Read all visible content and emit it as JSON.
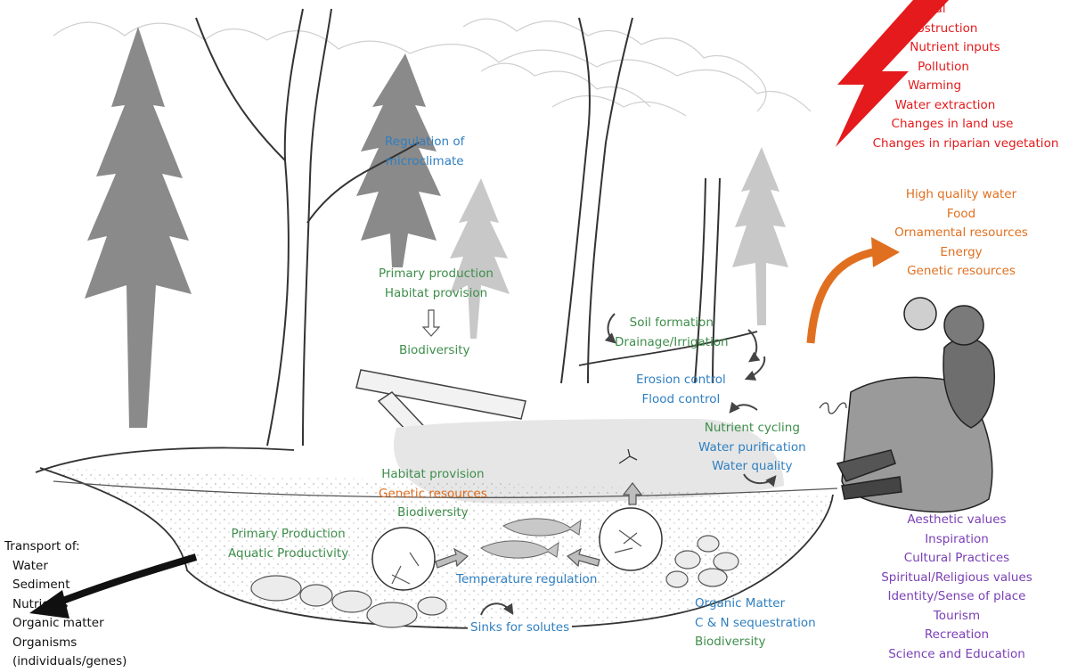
{
  "colors": {
    "regulating": "#2f7fc1",
    "supporting": "#3e8e4b",
    "provisioning": "#e07020",
    "pressures": "#e41a1c",
    "cultural": "#7a3fb5",
    "transport": "#111111"
  },
  "icons": {
    "lightning": "lightning-bolt-icon",
    "provisioning_arrow": "curved-arrow-icon",
    "transport_arrow": "arrow-left-icon"
  },
  "labels": {
    "microclimate": [
      "Regulation of",
      "microclimate"
    ],
    "primary": [
      "Primary production",
      "Habitat provision"
    ],
    "biodiversity_top": "Biodiversity",
    "soil": [
      "Soil formation",
      "Drainage/Irrigation"
    ],
    "erosion": [
      "Erosion control",
      "Flood control"
    ],
    "nutrient": [
      "Nutrient cycling",
      "Water purification",
      "Water quality"
    ],
    "habitat_mid": {
      "habitat": "Habitat provision",
      "genetic": "Genetic resources",
      "biodiversity": "Biodiversity"
    },
    "primary_aquatic": [
      "Primary Production",
      "Aquatic Productivity"
    ],
    "temperature": "Temperature regulation",
    "sinks": "Sinks for solutes",
    "organic": {
      "om": "Organic Matter",
      "cn": "C & N sequestration",
      "bio": "Biodiversity"
    },
    "transport": [
      "Transport of:",
      "Water",
      "Sediment",
      "Nutrients",
      "Organic matter",
      "Organisms",
      "(individuals/genes)"
    ],
    "pressures": [
      "Burial",
      "Obstruction",
      "Nutrient inputs",
      "Pollution",
      "Warming",
      "Water extraction",
      "Changes in land use",
      "Changes in riparian vegetation"
    ],
    "provisioning": [
      "High quality water",
      "Food",
      "Ornamental resources",
      "Energy",
      "Genetic resources"
    ],
    "cultural": [
      "Aesthetic values",
      "Inspiration",
      "Cultural Practices",
      "Spiritual/Religious values",
      "Identity/Sense of place",
      "Tourism",
      "Recreation",
      "Science and Education"
    ]
  }
}
